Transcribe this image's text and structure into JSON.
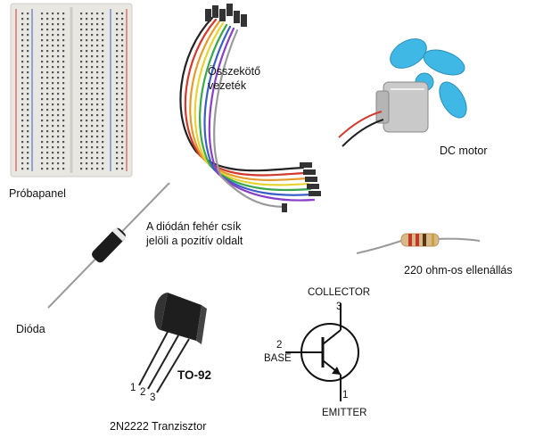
{
  "labels": {
    "breadboard": "Próbapanel",
    "wires_line1": "Összekötő",
    "wires_line2": "vezeték",
    "motor": "DC motor",
    "diode_note_line1": "A diódán fehér csík",
    "diode_note_line2": "jelöli a pozitív oldalt",
    "resistor": "220 ohm-os ellenállás",
    "diode": "Dióda",
    "transistor": "2N2222 Tranzisztor"
  },
  "package": {
    "name": "TO-92",
    "pins": [
      "1",
      "2",
      "3"
    ]
  },
  "symbol": {
    "collector_label": "COLLECTOR",
    "collector_pin": "3",
    "base_pin": "2",
    "base_label": "BASE",
    "emitter_pin": "1",
    "emitter_label": "EMITTER"
  },
  "colors": {
    "breadboard_body": "#e9e7e2",
    "rail_red": "#d23a2e",
    "rail_blue": "#3a5ec8",
    "propeller": "#3fb8e6",
    "motor_metal": "#c9c9c9",
    "resistor_body": "#d9b88a"
  }
}
